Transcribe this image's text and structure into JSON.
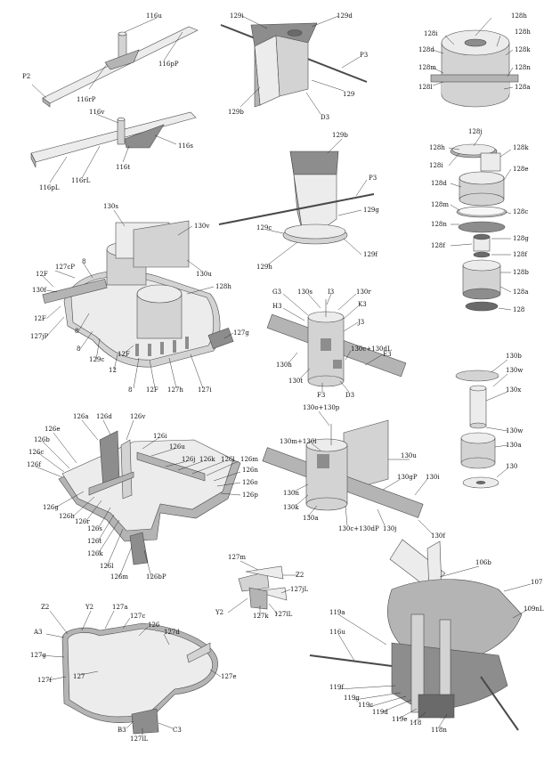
{
  "figures": {
    "rail_top": [
      "116u",
      "116pP",
      "P2",
      "116rP"
    ],
    "rail_bottom": [
      "116v",
      "116s",
      "116t",
      "116rL",
      "116pL"
    ],
    "hopper_top": [
      "129i",
      "129d",
      "P3",
      "129",
      "129b",
      "D3"
    ],
    "hopper_bottom": [
      "129b",
      "P3",
      "129g",
      "129c",
      "129f",
      "129h"
    ],
    "drum_assembled": [
      "128h",
      "128i",
      "128d",
      "128m",
      "128l",
      "128h",
      "128k",
      "128n",
      "128a"
    ],
    "drum_exploded": [
      "128j",
      "128h",
      "128k",
      "128i",
      "128e",
      "128d",
      "128m",
      "128c",
      "128n",
      "128g",
      "128f",
      "128f",
      "128b",
      "128a",
      "128"
    ],
    "base_assembly": [
      "130s",
      "130v",
      "8",
      "127cP",
      "12F",
      "130f",
      "12F",
      "127jP",
      "8",
      "129c",
      "8",
      "12",
      "12F",
      "8",
      "12F",
      "127h",
      "127i",
      "128h",
      "127g",
      "130u"
    ],
    "column": [
      "G3",
      "H3",
      "130s",
      "I3",
      "130r",
      "K3",
      "J3",
      "130h",
      "130c+130dL",
      "E3",
      "130t",
      "F3",
      "D3"
    ],
    "plate_stack": [
      "130b",
      "130w",
      "130x",
      "130w",
      "130a",
      "130"
    ],
    "tray": [
      "126a",
      "126d",
      "126v",
      "126e",
      "126b",
      "126c",
      "126f",
      "126i",
      "126u",
      "126j",
      "126k",
      "126l",
      "126m",
      "126n",
      "126o",
      "126p",
      "126g",
      "126h",
      "126r",
      "126s",
      "126t",
      "126k",
      "126l",
      "126m",
      "126bP"
    ],
    "column_assembly": [
      "130o+130p",
      "130m+130l",
      "130n",
      "130k",
      "130a",
      "130u",
      "130gP",
      "130i",
      "130c+130dP",
      "130j",
      "130f"
    ],
    "cone_detail": [
      "127m",
      "Z2",
      "127jL",
      "Y2",
      "127k",
      "127lL"
    ],
    "basin": [
      "Z2",
      "Y2",
      "127a",
      "A3",
      "127c",
      "126",
      "127g",
      "127d",
      "127f",
      "127",
      "127e",
      "B3",
      "C3",
      "127lL"
    ],
    "assembly_large": [
      "106b",
      "107",
      "109nL",
      "119a",
      "116u",
      "119f",
      "119g",
      "119c",
      "119d",
      "119e",
      "118",
      "118n"
    ]
  },
  "colors": {
    "line": "#222222",
    "light": "#ececec",
    "mid": "#b4b4b4",
    "dark": "#6a6a6a"
  }
}
